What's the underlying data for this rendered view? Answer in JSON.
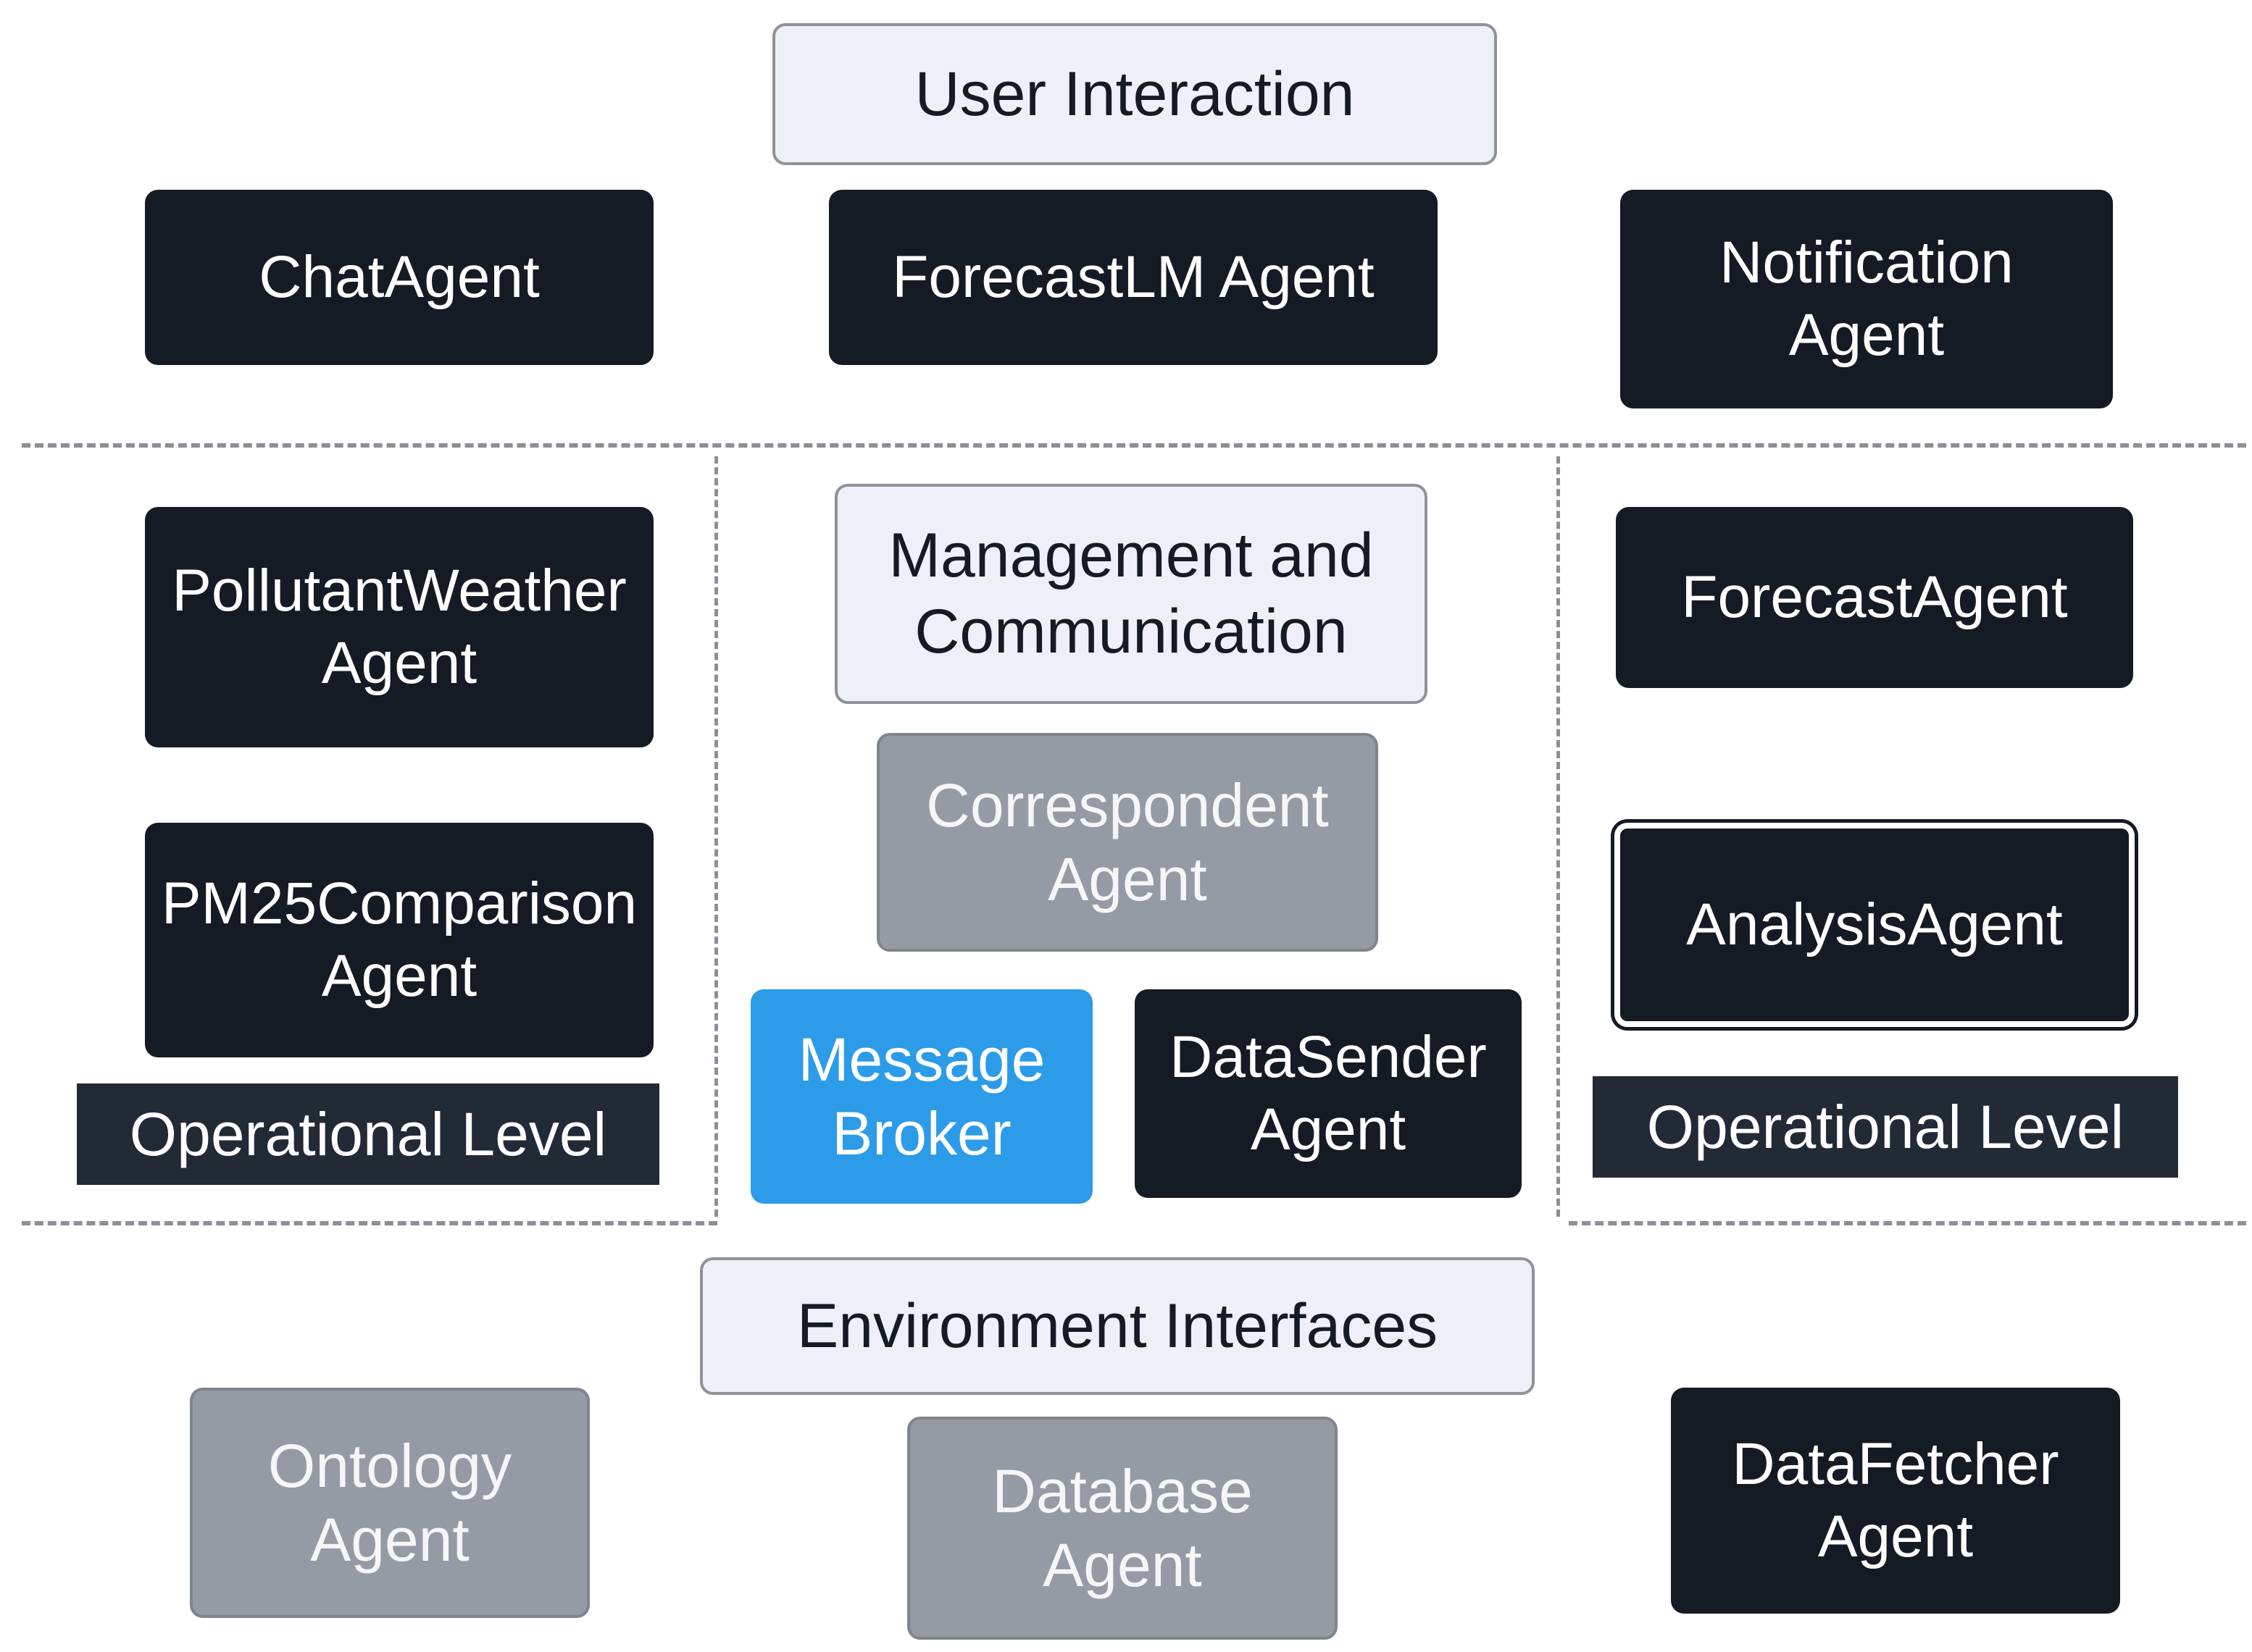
{
  "layers": {
    "user_interaction": "User Interaction",
    "management_communication": "Management and\nCommunication",
    "environment_interfaces": "Environment Interfaces"
  },
  "agents": {
    "chat": "ChatAgent",
    "forecastlm": "ForecastLM Agent",
    "notification": "Notification\nAgent",
    "pollutant_weather": "PollutantWeather\nAgent",
    "pm25_comparison": "PM25Comparison\nAgent",
    "correspondent": "Correspondent\nAgent",
    "message_broker": "Message\nBroker",
    "data_sender": "DataSender\nAgent",
    "forecast": "ForecastAgent",
    "analysis": "AnalysisAgent",
    "ontology": "Ontology\nAgent",
    "database": "Database\nAgent",
    "data_fetcher": "DataFetcher\nAgent"
  },
  "levels": {
    "left": "Operational Level",
    "right": "Operational Level"
  },
  "colors": {
    "dark_box": "#141b24",
    "light_box": "#edf0f6",
    "gray_box": "#959ba5",
    "broker_blue": "#2c9be8",
    "level_label": "#222a36",
    "divider": "#8c8f95"
  }
}
